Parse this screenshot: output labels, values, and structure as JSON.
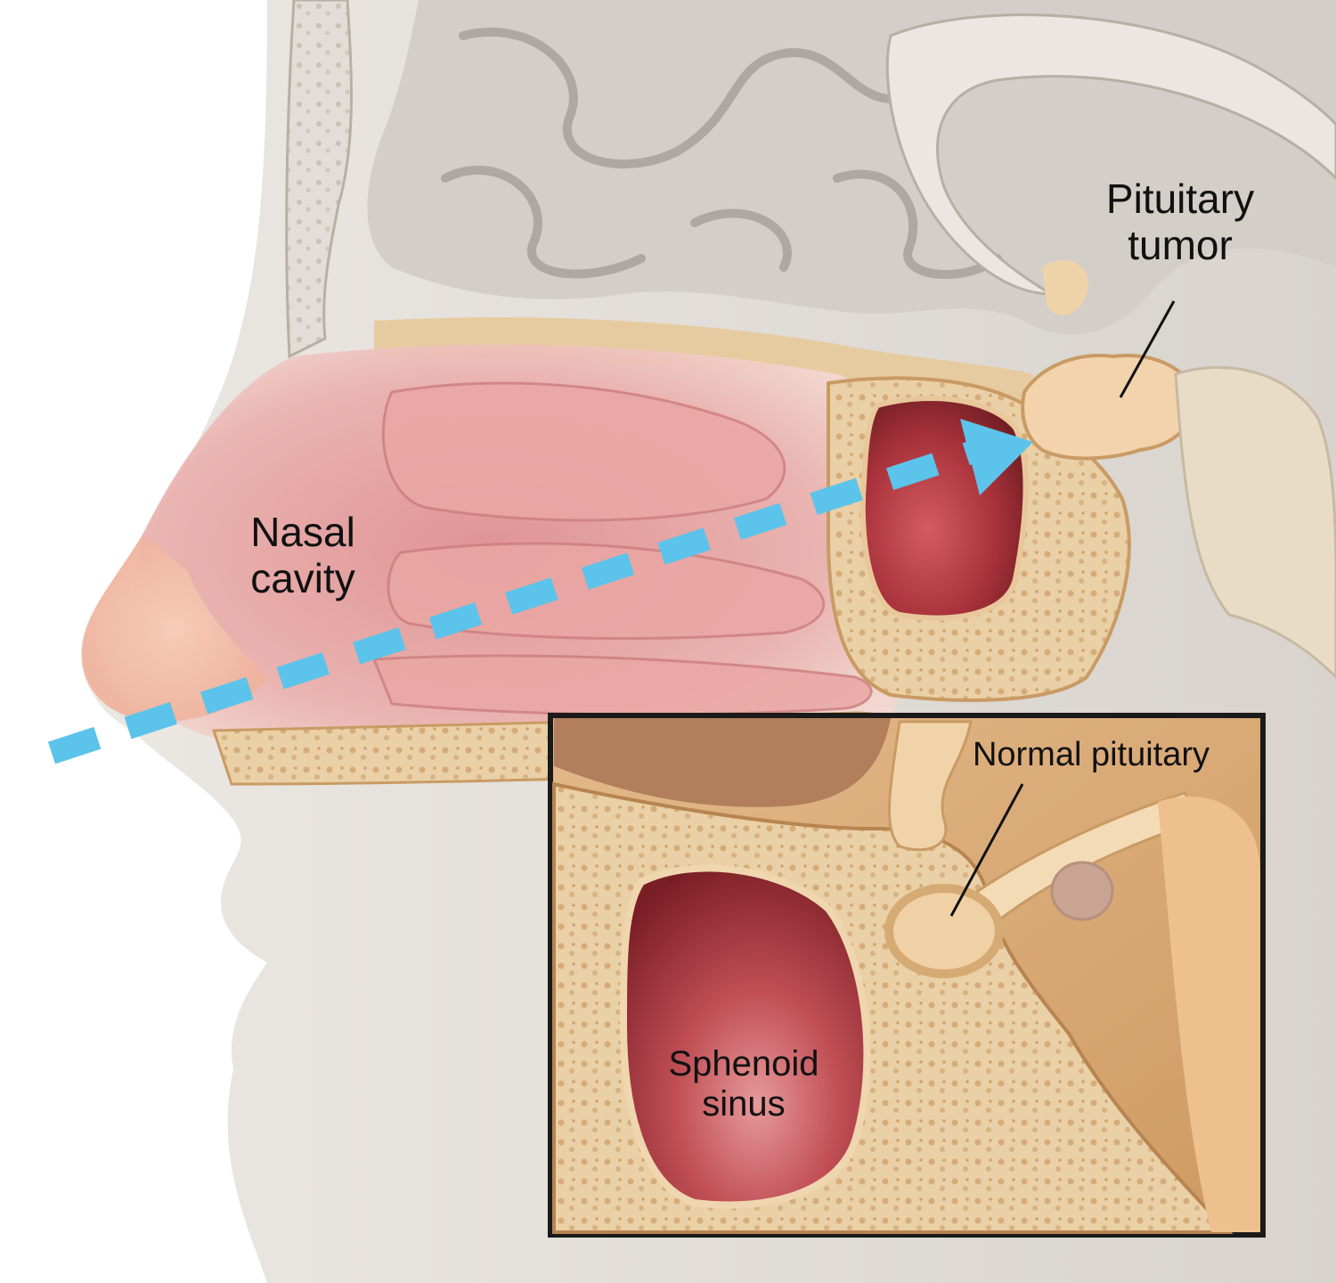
{
  "labels": {
    "pituitary_tumor": [
      "Pituitary",
      "tumor"
    ],
    "nasal_cavity": [
      "Nasal",
      "cavity"
    ],
    "normal_pituitary": "Normal pituitary",
    "sphenoid_sinus": [
      "Sphenoid",
      "sinus"
    ]
  },
  "colors": {
    "background": "#ffffff",
    "skin": "#e6e2dc",
    "brain": "#cfcac4",
    "nasal_cavity": "#e39a9a",
    "bone": "#e7c797",
    "sinus_interior": "#a42630",
    "pituitary": "#f0d0a6",
    "arrow": "#5cc3ea",
    "inset_frame": "#1a1a1a"
  },
  "icons": {
    "pathway_arrow": "dashed-arrow"
  }
}
